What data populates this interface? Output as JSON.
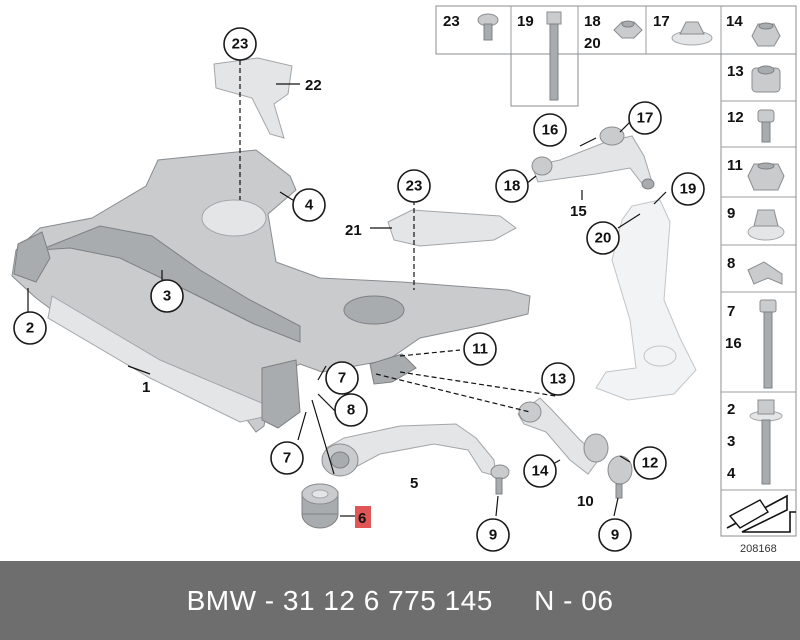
{
  "callouts": {
    "c23a": "23",
    "c4": "4",
    "c2": "2",
    "c3": "3",
    "c23b": "23",
    "c21": "21",
    "c16": "16",
    "c17": "17",
    "c18": "18",
    "c19": "19",
    "c20": "20",
    "c11": "11",
    "c7a": "7",
    "c8": "8",
    "c7b": "7",
    "c13": "13",
    "c14": "14",
    "c12": "12",
    "c9a": "9",
    "c9b": "9"
  },
  "labels": {
    "l22": "22",
    "l1": "1",
    "l15": "15",
    "l5": "5",
    "l10": "10",
    "l6": "6"
  },
  "hardware": {
    "top_row": [
      {
        "num": "23",
        "num2": ""
      },
      {
        "num": "19",
        "num2": ""
      },
      {
        "num": "18",
        "num2": "20"
      },
      {
        "num": "17",
        "num2": ""
      },
      {
        "num": "14",
        "num2": ""
      }
    ],
    "right_col": [
      {
        "num": "13",
        "num2": "",
        "num3": ""
      },
      {
        "num": "12",
        "num2": "",
        "num3": ""
      },
      {
        "num": "11",
        "num2": "",
        "num3": ""
      },
      {
        "num": "9",
        "num2": "",
        "num3": ""
      },
      {
        "num": "8",
        "num2": "",
        "num3": ""
      },
      {
        "num": "7",
        "num2": "16",
        "num3": ""
      },
      {
        "num": "2",
        "num2": "3",
        "num3": "4"
      }
    ]
  },
  "diagram_number": "208168",
  "footer": {
    "part_number": "BMW - 31 12 6 775 145     N - 06"
  },
  "colors": {
    "footer_bg": "#6e6e6e",
    "highlight": "#e05656",
    "part_fill": "#c9cbcd"
  }
}
